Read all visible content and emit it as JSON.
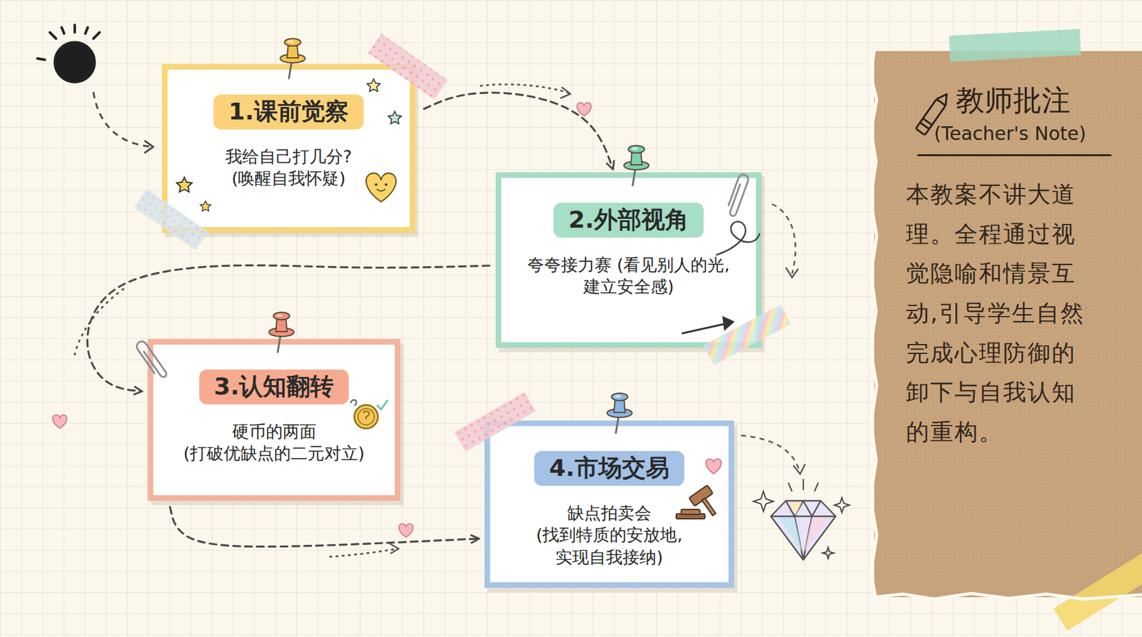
{
  "diagram": {
    "nodes": [
      {
        "text": [
          "1.课前觉察",
          "我给自己打几分? (唤醒自我怀疑)"
        ]
      },
      {
        "text": [
          "2.外部视角",
          "夸夸接力赛 (看见别人的光,建立安全感)"
        ]
      },
      {
        "text": [
          "3.认知翻转",
          "硬币的两面 (打破优缺点的二元对立)"
        ]
      },
      {
        "text": [
          "4.市场交易",
          "缺点拍卖会 (找到特质的安放地, 实现自我接纳)"
        ]
      },
      {
        "text": [
          "教师批注",
          "(Teacher's Note)",
          "本教案不讲大道理。全程通过视觉隐喻和情景互动,引导学生自然完成心理防御的卸下与自我认知的重构。"
        ]
      }
    ],
    "edges": [
      {
        "from": 0,
        "to": 1,
        "arrow": "to"
      },
      {
        "from": 1,
        "to": 2,
        "arrow": "to"
      },
      {
        "from": 2,
        "to": 3,
        "arrow": "to"
      }
    ]
  }
}
